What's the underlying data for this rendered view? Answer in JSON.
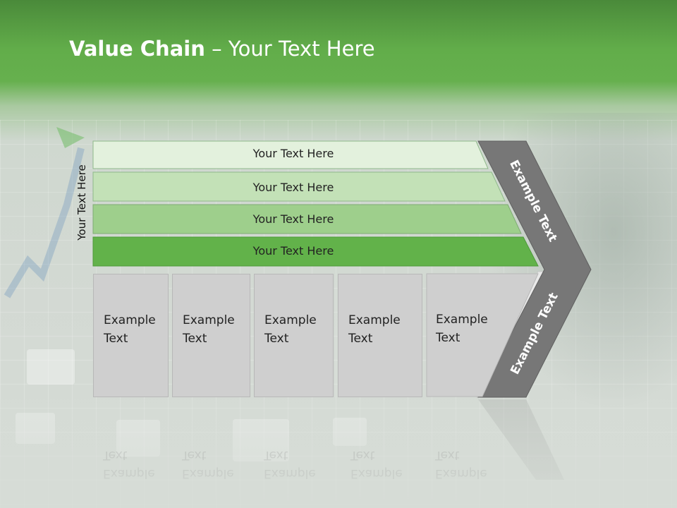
{
  "title": {
    "bold": "Value Chain",
    "rest": " – Your Text Here"
  },
  "side_label": "Your Text Here",
  "rows": [
    {
      "label": "Your Text Here",
      "color": "#e3f1dd"
    },
    {
      "label": "Your Text Here",
      "color": "#c3e1b7"
    },
    {
      "label": "Your Text Here",
      "color": "#9ecf8c"
    },
    {
      "label": "Your Text Here",
      "color": "#62b24a"
    }
  ],
  "activities": [
    {
      "line1": "Example",
      "line2": "Text"
    },
    {
      "line1": "Example",
      "line2": "Text"
    },
    {
      "line1": "Example",
      "line2": "Text"
    },
    {
      "line1": "Example",
      "line2": "Text"
    },
    {
      "line1": "Example",
      "line2": "Text"
    }
  ],
  "chevron": {
    "upper_label": "Example Text",
    "lower_label": "Example Text",
    "color": "#777777"
  }
}
